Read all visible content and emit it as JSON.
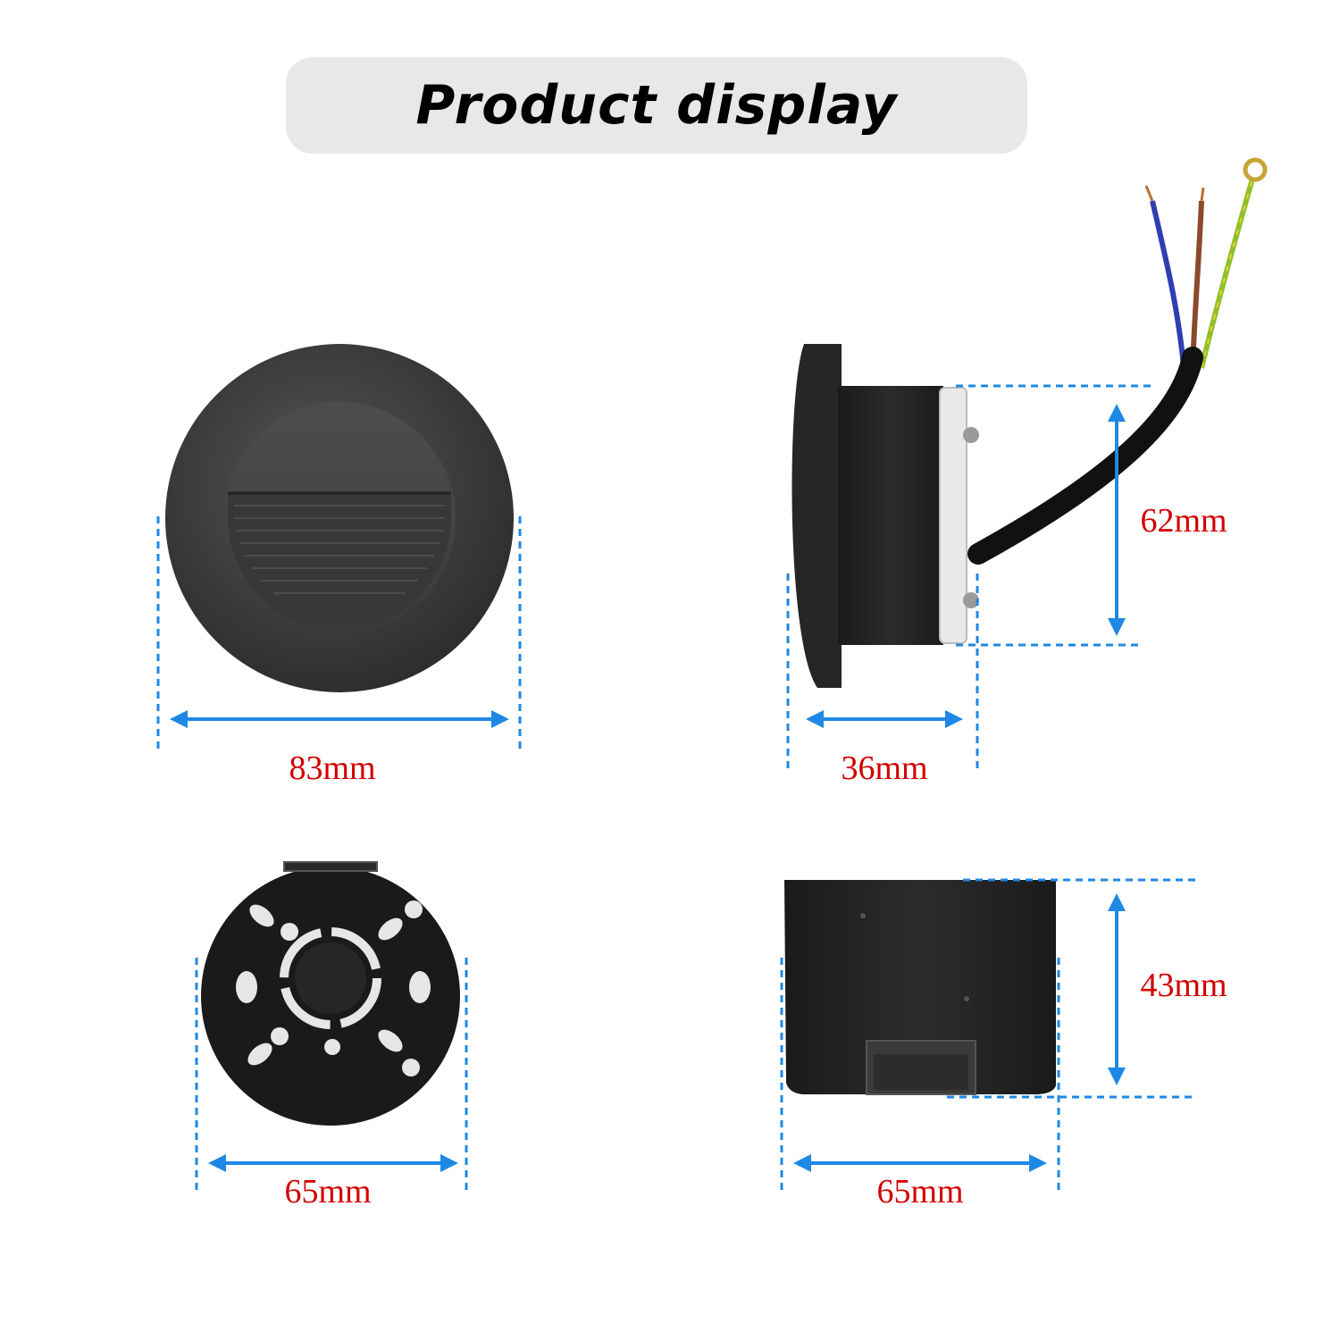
{
  "header": {
    "title": "Product display"
  },
  "colors": {
    "banner": "#e8e8e8",
    "dimension_line": "#1e88e5",
    "dimension_text": "#d30000",
    "product": "#2a2a2a",
    "wire_blue": "#2f3fb0",
    "wire_brown": "#8b4a2b",
    "wire_green_yellow": "#8fbf2a"
  },
  "dimensions": {
    "front_width": "83mm",
    "side_depth": "36mm",
    "side_height": "62mm",
    "back_width": "65mm",
    "box_width": "65mm",
    "box_height": "43mm"
  }
}
